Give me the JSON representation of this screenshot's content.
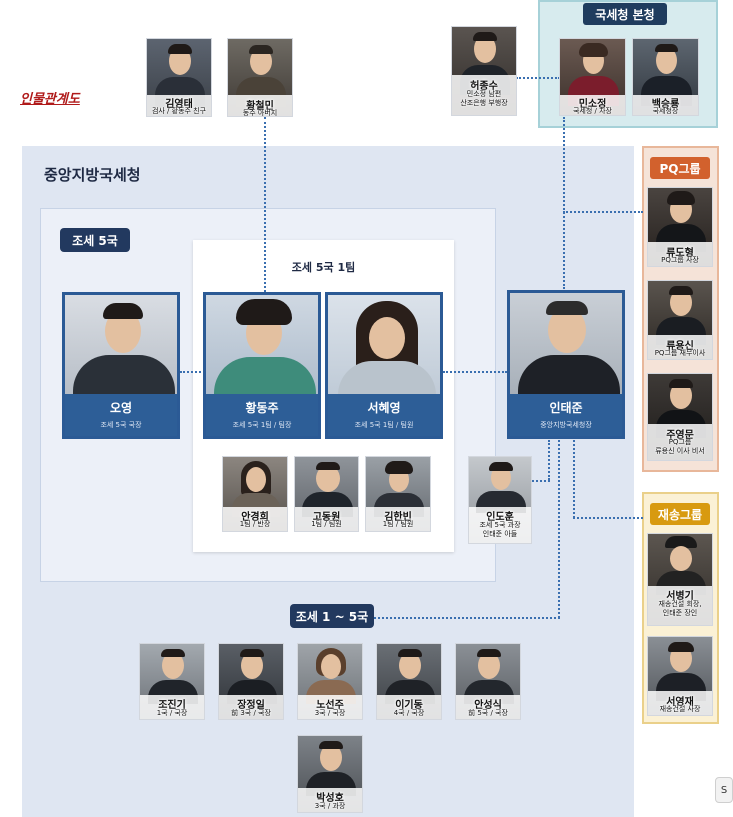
{
  "diagram_title": "인물관계도",
  "panels": {
    "main": "중앙지방국세청",
    "bureau5": "조세 5국",
    "team1": "조세 5국 1팀",
    "bureaus_all": "조세 1 ~ 5국",
    "hq": "국세청 본청",
    "pq": "PQ그룹",
    "jaesong": "재송그룹"
  },
  "top_people": [
    {
      "name": "김영태",
      "role": "검사 / 황동주 친구"
    },
    {
      "name": "황철민",
      "role": "동주 아버지"
    },
    {
      "name": "허종수",
      "role": "민소정 남편\n산조은행 부행장"
    }
  ],
  "hq_people": [
    {
      "name": "민소정",
      "role": "국세청 / 차장"
    },
    {
      "name": "백승룡",
      "role": "국세청장"
    }
  ],
  "main_people": [
    {
      "name": "오영",
      "role": "조세 5국 국장"
    },
    {
      "name": "황동주",
      "role": "조세 5국 1팀 / 팀장"
    },
    {
      "name": "서혜영",
      "role": "조세 5국 1팀 / 팀원"
    },
    {
      "name": "인태준",
      "role": "중앙지방국세청장"
    }
  ],
  "team_members": [
    {
      "name": "안경희",
      "role": "1팀 / 반장"
    },
    {
      "name": "고동원",
      "role": "1팀 / 팀원"
    },
    {
      "name": "김한빈",
      "role": "1팀 / 팀원"
    }
  ],
  "son": {
    "name": "인도훈",
    "role": "조세 5국 과장\n인태준 아들"
  },
  "pq_people": [
    {
      "name": "류도형",
      "role": "PQ그룹 사장"
    },
    {
      "name": "류용신",
      "role": "PQ그룹 재무이사"
    },
    {
      "name": "주영문",
      "role": "PQ그룹\n류용신 이사 비서"
    }
  ],
  "jaesong_people": [
    {
      "name": "서병기",
      "role": "재송건설 회장,\n인태준 장인"
    },
    {
      "name": "서영재",
      "role": "재송건설 사장"
    }
  ],
  "bureau_people": [
    {
      "name": "조진기",
      "role": "1국 / 국장"
    },
    {
      "name": "장정일",
      "role": "前 3국 / 국장"
    },
    {
      "name": "노선주",
      "role": "3국 / 국장"
    },
    {
      "name": "이기동",
      "role": "4국 / 국장"
    },
    {
      "name": "안성식",
      "role": "前 5국 / 국장"
    },
    {
      "name": "박성호",
      "role": "3국 / 과장"
    }
  ],
  "stub_label": "S",
  "colors": {
    "navy": "#22395f",
    "blue": "#2d5e97",
    "orange": "#d2612d",
    "gold": "#d89a10",
    "red": "#b01a1a"
  }
}
